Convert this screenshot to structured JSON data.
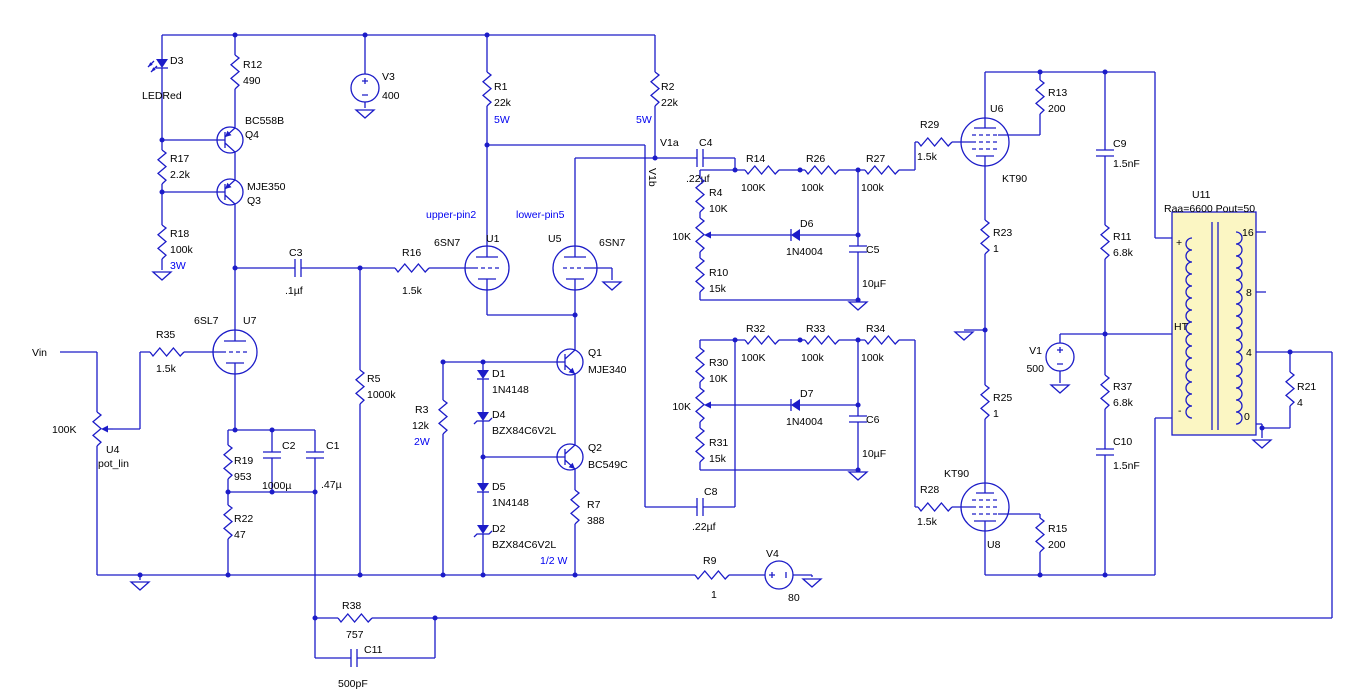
{
  "app": {
    "type": "circuit-schematic",
    "background": "#FFFFFF",
    "wire_color": "#1C1CC8",
    "text_color": "#000000",
    "annotation_color": "#0000F0",
    "transformer_fill": "#FBF6C3"
  },
  "nets": {
    "vin": "Vin",
    "v1a": "V1a",
    "v1b": "V1b",
    "upper_pin": "upper-pin2",
    "lower_pin": "lower-pin5"
  },
  "taps": {
    "t16": "16",
    "t8": "8",
    "t4": "4",
    "t0": "0",
    "plus": "+",
    "ht": "HT",
    "minus": "-"
  },
  "components": {
    "D3": {
      "name": "D3",
      "value": "LEDRed"
    },
    "R12": {
      "name": "R12",
      "value": "490"
    },
    "V3": {
      "name": "V3",
      "value": "400"
    },
    "Q4": {
      "name": "Q4",
      "value": "BC558B"
    },
    "Q3": {
      "name": "Q3",
      "value": "MJE350"
    },
    "R17": {
      "name": "R17",
      "value": "2.2k"
    },
    "R18": {
      "name": "R18",
      "value": "100k",
      "power": "3W"
    },
    "R1": {
      "name": "R1",
      "value": "22k",
      "power": "5W"
    },
    "R2": {
      "name": "R2",
      "value": "22k",
      "power": "5W"
    },
    "C3": {
      "name": "C3",
      "value": ".1µf"
    },
    "R16": {
      "name": "R16",
      "value": "1.5k"
    },
    "U1": {
      "name": "U1",
      "value": "6SN7"
    },
    "U5": {
      "name": "U5",
      "value": "6SN7"
    },
    "C4": {
      "name": "C4",
      "value": ".22µf"
    },
    "R35": {
      "name": "R35",
      "value": "1.5k"
    },
    "U7": {
      "name": "U7",
      "value": "6SL7"
    },
    "U4": {
      "name": "U4",
      "value": "pot_lin",
      "resistance": "100K"
    },
    "R19": {
      "name": "R19",
      "value": "953"
    },
    "C2": {
      "name": "C2",
      "value": "1000µ"
    },
    "C1": {
      "name": "C1",
      "value": ".47µ"
    },
    "R22": {
      "name": "R22",
      "value": "47"
    },
    "R5": {
      "name": "R5",
      "value": "1000k"
    },
    "R3": {
      "name": "R3",
      "value": "12k",
      "power": "2W"
    },
    "D1": {
      "name": "D1",
      "value": "1N4148"
    },
    "D4": {
      "name": "D4",
      "value": "BZX84C6V2L"
    },
    "D5": {
      "name": "D5",
      "value": "1N4148"
    },
    "D2": {
      "name": "D2",
      "value": "BZX84C6V2L",
      "power": "1/2 W"
    },
    "Q1": {
      "name": "Q1",
      "value": "MJE340"
    },
    "Q2": {
      "name": "Q2",
      "value": "BC549C"
    },
    "R7": {
      "name": "R7",
      "value": "388"
    },
    "R9": {
      "name": "R9",
      "value": "1"
    },
    "V4": {
      "name": "V4",
      "value": "80"
    },
    "R38": {
      "name": "R38",
      "value": "757"
    },
    "C11": {
      "name": "C11",
      "value": "500pF"
    },
    "R14": {
      "name": "R14",
      "value": "100K"
    },
    "R26": {
      "name": "R26",
      "value": "100k"
    },
    "R27": {
      "name": "R27",
      "value": "100k"
    },
    "R4": {
      "name": "R4",
      "value": "10K"
    },
    "P1": {
      "value": "10K"
    },
    "R10": {
      "name": "R10",
      "value": "15k"
    },
    "D6": {
      "name": "D6",
      "value": "1N4004"
    },
    "C5": {
      "name": "C5",
      "value": "10µF"
    },
    "R32": {
      "name": "R32",
      "value": "100K"
    },
    "R33": {
      "name": "R33",
      "value": "100k"
    },
    "R34": {
      "name": "R34",
      "value": "100k"
    },
    "R30": {
      "name": "R30",
      "value": "10K"
    },
    "P2": {
      "value": "10K"
    },
    "R31": {
      "name": "R31",
      "value": "15k"
    },
    "D7": {
      "name": "D7",
      "value": "1N4004"
    },
    "C6": {
      "name": "C6",
      "value": "10µF"
    },
    "C8": {
      "name": "C8",
      "value": ".22µf"
    },
    "R29": {
      "name": "R29",
      "value": "1.5k"
    },
    "U6": {
      "name": "U6",
      "value": "KT90"
    },
    "R13": {
      "name": "R13",
      "value": "200"
    },
    "R23": {
      "name": "R23",
      "value": "1"
    },
    "R25": {
      "name": "R25",
      "value": "1"
    },
    "R28": {
      "name": "R28",
      "value": "1.5k"
    },
    "U8": {
      "name": "U8",
      "value": "KT90"
    },
    "R15": {
      "name": "R15",
      "value": "200"
    },
    "C9": {
      "name": "C9",
      "value": "1.5nF"
    },
    "R11": {
      "name": "R11",
      "value": "6.8k"
    },
    "R37": {
      "name": "R37",
      "value": "6.8k"
    },
    "C10": {
      "name": "C10",
      "value": "1.5nF"
    },
    "V1": {
      "name": "V1",
      "value": "500"
    },
    "U11": {
      "name": "U11",
      "value": "Raa=6600 Pout=50"
    },
    "R21": {
      "name": "R21",
      "value": "4"
    }
  }
}
